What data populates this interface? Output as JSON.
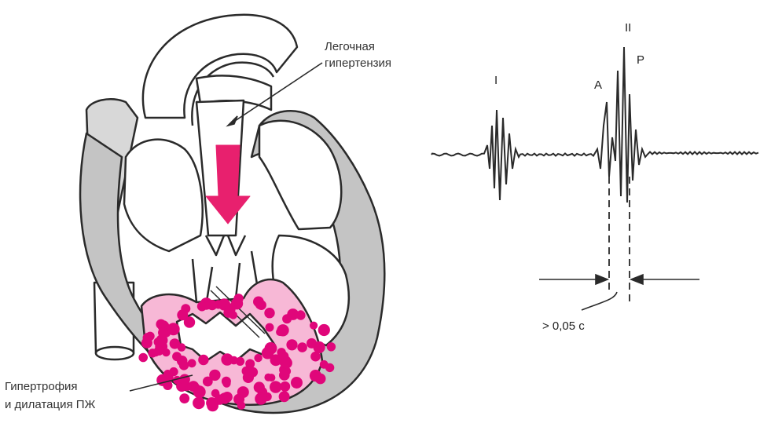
{
  "labels": {
    "pulmonary_hypertension_line1": "Легочная",
    "pulmonary_hypertension_line2": "гипертензия",
    "rv_hypertrophy_line1": "Гипертрофия",
    "rv_hypertrophy_line2": "и дилатация ПЖ",
    "tone_I": "I",
    "tone_II": "II",
    "component_A": "A",
    "component_P": "P",
    "interval": "> 0,05 с"
  },
  "colors": {
    "outline": "#2a2a2a",
    "wall": "#bdbdbd",
    "myocardium": "#e0067a",
    "myocardium_bg": "#f5a6cc",
    "arrow": "#e8206e"
  }
}
